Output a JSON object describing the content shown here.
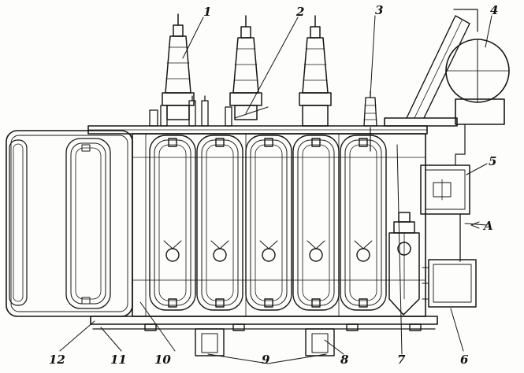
{
  "callouts": [
    {
      "id": "1",
      "text": "1"
    },
    {
      "id": "2",
      "text": "2"
    },
    {
      "id": "3",
      "text": "3"
    },
    {
      "id": "4",
      "text": "4"
    },
    {
      "id": "5",
      "text": "5"
    },
    {
      "id": "A",
      "text": "A"
    },
    {
      "id": "6",
      "text": "6"
    },
    {
      "id": "7",
      "text": "7"
    },
    {
      "id": "8",
      "text": "8"
    },
    {
      "id": "9",
      "text": "9"
    },
    {
      "id": "10",
      "text": "10"
    },
    {
      "id": "11",
      "text": "11"
    },
    {
      "id": "12",
      "text": "12"
    }
  ]
}
